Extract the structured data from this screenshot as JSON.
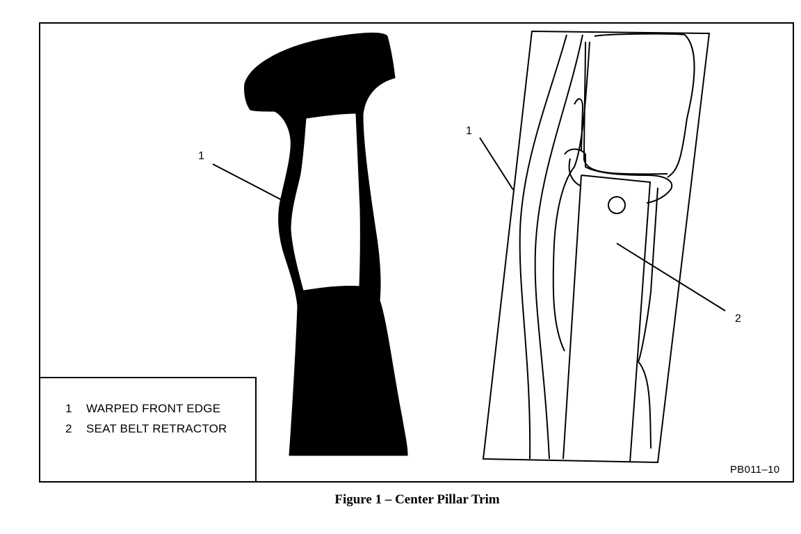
{
  "figure": {
    "caption": "Figure 1 – Center Pillar Trim",
    "part_code": "PB011–10"
  },
  "callouts": {
    "left_trim_1": "1",
    "right_pillar_1": "1",
    "right_pillar_2": "2"
  },
  "legend": {
    "items": [
      {
        "number": "1",
        "label": "WARPED FRONT EDGE"
      },
      {
        "number": "2",
        "label": "SEAT BELT RETRACTOR"
      }
    ]
  },
  "colors": {
    "ink": "#000000",
    "paper": "#ffffff"
  }
}
